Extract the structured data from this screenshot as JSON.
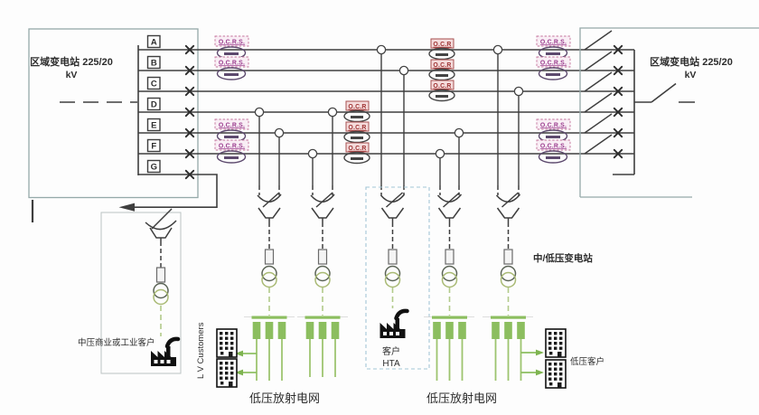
{
  "substations": {
    "left": {
      "name": "区域变电站 225/20",
      "unit": "kV"
    },
    "right": {
      "name": "区域变电站 225/20",
      "unit": "kV"
    },
    "mv_lv": {
      "label": "中/低压变电站"
    }
  },
  "busbar_feeders": [
    "A",
    "B",
    "C",
    "D",
    "E",
    "F",
    "G"
  ],
  "protection_relays": {
    "ocrs_label": "O.C.R.S.",
    "ocr_label": "O.C.R"
  },
  "customers": {
    "mv_commercial_industrial": "中压商业或工业客户",
    "hta": {
      "line1": "客户",
      "line2": "HTA"
    },
    "lv_english": "L V Customers",
    "lv_chinese": "低压客户"
  },
  "lv_networks": {
    "left_label": "低压放射电网",
    "right_label": "低压放射电网"
  },
  "colors": {
    "line": "#3e3e3e",
    "box_border": "#95a9a9",
    "lv_green": "#8cbe5f",
    "ocrs_text": "#9b3d8f",
    "ocr_text": "#a03434",
    "hta_box_border": "#a4c6d6"
  }
}
